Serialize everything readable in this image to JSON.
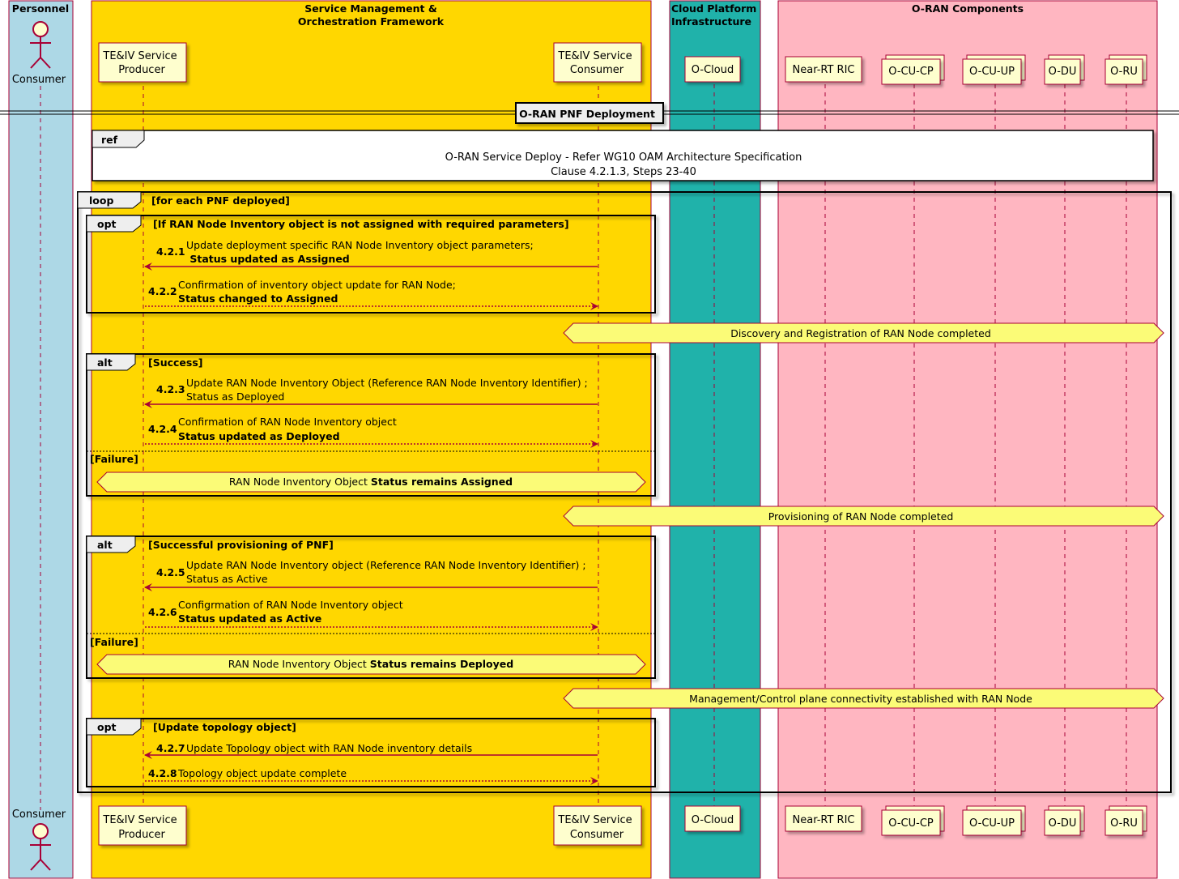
{
  "boxes": [
    {
      "id": "personnel",
      "title_lines": [
        "Personnel"
      ],
      "color": "#ADD8E6"
    },
    {
      "id": "smo",
      "title_lines": [
        "Service Management &",
        "Orchestration Framework"
      ],
      "color": "#FFD700"
    },
    {
      "id": "cloud",
      "title_lines": [
        "Cloud Platform",
        "Infrastructure"
      ],
      "color": "#20B2AA"
    },
    {
      "id": "oran",
      "title_lines": [
        "O-RAN Components"
      ],
      "color": "#FFB6C1"
    }
  ],
  "participants": [
    {
      "id": "consumer",
      "label_lines": [
        "Consumer"
      ],
      "kind": "actor"
    },
    {
      "id": "producer",
      "label_lines": [
        "TE&IV Service",
        "Producer"
      ],
      "kind": "participant"
    },
    {
      "id": "teiv_consumer",
      "label_lines": [
        "TE&IV Service",
        "Consumer"
      ],
      "kind": "participant"
    },
    {
      "id": "ocloud",
      "label_lines": [
        "O-Cloud"
      ],
      "kind": "participant"
    },
    {
      "id": "nearrt",
      "label_lines": [
        "Near-RT RIC"
      ],
      "kind": "participant"
    },
    {
      "id": "ocucp",
      "label_lines": [
        "O-CU-CP"
      ],
      "kind": "collections"
    },
    {
      "id": "ocuup",
      "label_lines": [
        "O-CU-UP"
      ],
      "kind": "collections"
    },
    {
      "id": "odu",
      "label_lines": [
        "O-DU"
      ],
      "kind": "collections"
    },
    {
      "id": "oru",
      "label_lines": [
        "O-RU"
      ],
      "kind": "collections"
    }
  ],
  "divider": "O-RAN PNF Deployment",
  "ref": {
    "label": "ref",
    "lines": [
      "O-RAN Service Deploy - Refer WG10 OAM Architecture Specification",
      "Clause 4.2.1.3, Steps 23-40"
    ]
  },
  "loop": {
    "keyword": "loop",
    "guard": "[for each PNF deployed]"
  },
  "opt1": {
    "keyword": "opt",
    "guard": "[If RAN Node Inventory object is not assigned with required parameters]"
  },
  "alt1": {
    "keyword": "alt",
    "guard": "[Success]",
    "else_guard": "[Failure]"
  },
  "alt2": {
    "keyword": "alt",
    "guard": "[Successful provisioning of PNF]",
    "else_guard": "[Failure]"
  },
  "opt2": {
    "keyword": "opt",
    "guard": "[Update topology object]"
  },
  "messages": [
    {
      "num": "4.2.1",
      "from": "teiv_consumer",
      "to": "producer",
      "dashed": false,
      "lines": [
        {
          "text": "Update deployment specific RAN Node Inventory object parameters;",
          "bold": false
        },
        {
          "text": " Status updated as Assigned",
          "bold": true
        }
      ]
    },
    {
      "num": "4.2.2",
      "from": "producer",
      "to": "teiv_consumer",
      "dashed": true,
      "lines": [
        {
          "text": "Confirmation of inventory object update for RAN Node;",
          "bold": false
        },
        {
          "text": "Status changed to Assigned",
          "bold": true
        }
      ]
    },
    {
      "num": "4.2.3",
      "from": "teiv_consumer",
      "to": "producer",
      "dashed": false,
      "lines": [
        {
          "text": "Update RAN Node Inventory Object (Reference RAN Node Inventory Identifier) ;",
          "bold": false
        },
        {
          "text": "Status as Deployed",
          "bold": false
        }
      ]
    },
    {
      "num": "4.2.4",
      "from": "producer",
      "to": "teiv_consumer",
      "dashed": true,
      "lines": [
        {
          "text": "Confirmation of RAN Node Inventory object",
          "bold": false
        },
        {
          "text": "Status updated as Deployed",
          "bold": true
        }
      ]
    },
    {
      "num": "4.2.5",
      "from": "teiv_consumer",
      "to": "producer",
      "dashed": false,
      "lines": [
        {
          "text": "Update RAN Node Inventory object (Reference RAN Node Inventory Identifier) ;",
          "bold": false
        },
        {
          "text": "Status as Active",
          "bold": false
        }
      ]
    },
    {
      "num": "4.2.6",
      "from": "producer",
      "to": "teiv_consumer",
      "dashed": true,
      "lines": [
        {
          "text": "Configrmation of RAN Node Inventory object",
          "bold": false
        },
        {
          "text": "Status updated as Active",
          "bold": true
        }
      ]
    },
    {
      "num": "4.2.7",
      "from": "teiv_consumer",
      "to": "producer",
      "dashed": false,
      "lines": [
        {
          "text": "Update Topology object with RAN Node inventory details",
          "bold": false
        }
      ]
    },
    {
      "num": "4.2.8",
      "from": "producer",
      "to": "teiv_consumer",
      "dashed": true,
      "lines": [
        {
          "text": "Topology object update complete",
          "bold": false
        }
      ]
    }
  ],
  "notes": [
    {
      "id": "discovery",
      "parts": [
        {
          "text": "Discovery and Registration of RAN Node completed",
          "bold": false
        }
      ]
    },
    {
      "id": "remains_assigned",
      "parts": [
        {
          "text": "RAN Node Inventory Object ",
          "bold": false
        },
        {
          "text": "Status remains Assigned",
          "bold": true
        }
      ]
    },
    {
      "id": "provisioning",
      "parts": [
        {
          "text": "Provisioning of RAN Node completed",
          "bold": false
        }
      ]
    },
    {
      "id": "remains_deployed",
      "parts": [
        {
          "text": "RAN Node Inventory Object ",
          "bold": false
        },
        {
          "text": "Status remains Deployed",
          "bold": true
        }
      ]
    },
    {
      "id": "mgmt",
      "parts": [
        {
          "text": "Management/Control plane connectivity established with RAN Node",
          "bold": false
        }
      ]
    }
  ],
  "colors": {
    "arrow": "#A80036",
    "participant_fill": "#FEFECE",
    "note_fill": "#FBFB77",
    "ref_fill": "#FFFFFF"
  }
}
